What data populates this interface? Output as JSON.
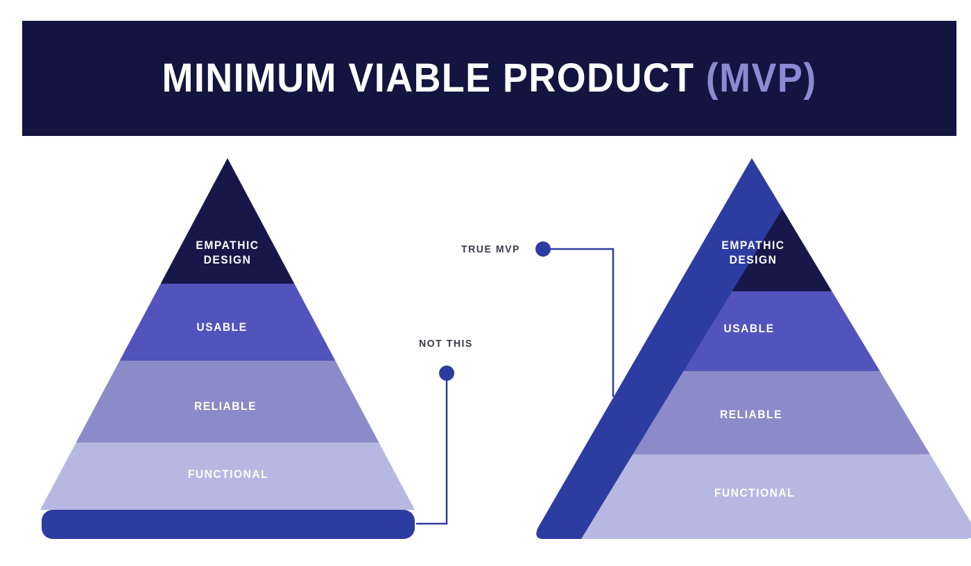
{
  "header": {
    "title_main": "MINIMUM VIABLE PRODUCT",
    "title_accent": "(MVP)",
    "background_color": "#141440",
    "title_color": "#ffffff",
    "accent_color": "#8b8bd4"
  },
  "colors": {
    "layer_empathic": "#17174a",
    "layer_usable": "#5353bd",
    "layer_reliable": "#8b8bca",
    "layer_functional": "#b7b8e2",
    "highlight_blue": "#2d3ca0",
    "annotation_text": "#3b3b48",
    "page_background": "#ffffff"
  },
  "left_pyramid": {
    "name": "not-this-pyramid",
    "layers": [
      {
        "id": "empathic-design",
        "label": "EMPATHIC\nDESIGN",
        "color": "#17174a"
      },
      {
        "id": "usable",
        "label": "USABLE",
        "color": "#5353bd"
      },
      {
        "id": "reliable",
        "label": "RELIABLE",
        "color": "#8b8bca"
      },
      {
        "id": "functional",
        "label": "FUNCTIONAL",
        "color": "#b7b8e2"
      }
    ],
    "highlight": {
      "id": "base-slab-highlight",
      "shape": "horizontal-base-bar",
      "color": "#2d3ca0"
    }
  },
  "right_pyramid": {
    "name": "true-mvp-pyramid",
    "layers": [
      {
        "id": "empathic-design",
        "label": "EMPATHIC\nDESIGN",
        "color": "#17174a"
      },
      {
        "id": "usable",
        "label": "USABLE",
        "color": "#5353bd"
      },
      {
        "id": "reliable",
        "label": "RELIABLE",
        "color": "#8b8bca"
      },
      {
        "id": "functional",
        "label": "FUNCTIONAL",
        "color": "#b7b8e2"
      }
    ],
    "highlight": {
      "id": "left-edge-slice-highlight",
      "shape": "vertical-left-slice",
      "color": "#2d3ca0"
    }
  },
  "annotations": [
    {
      "id": "true-mvp",
      "label": "TRUE MVP",
      "target": "true-mvp-pyramid",
      "connector_color": "#2d3ca0"
    },
    {
      "id": "not-this",
      "label": "NOT THIS",
      "target": "not-this-pyramid",
      "connector_color": "#2d3ca0"
    }
  ]
}
